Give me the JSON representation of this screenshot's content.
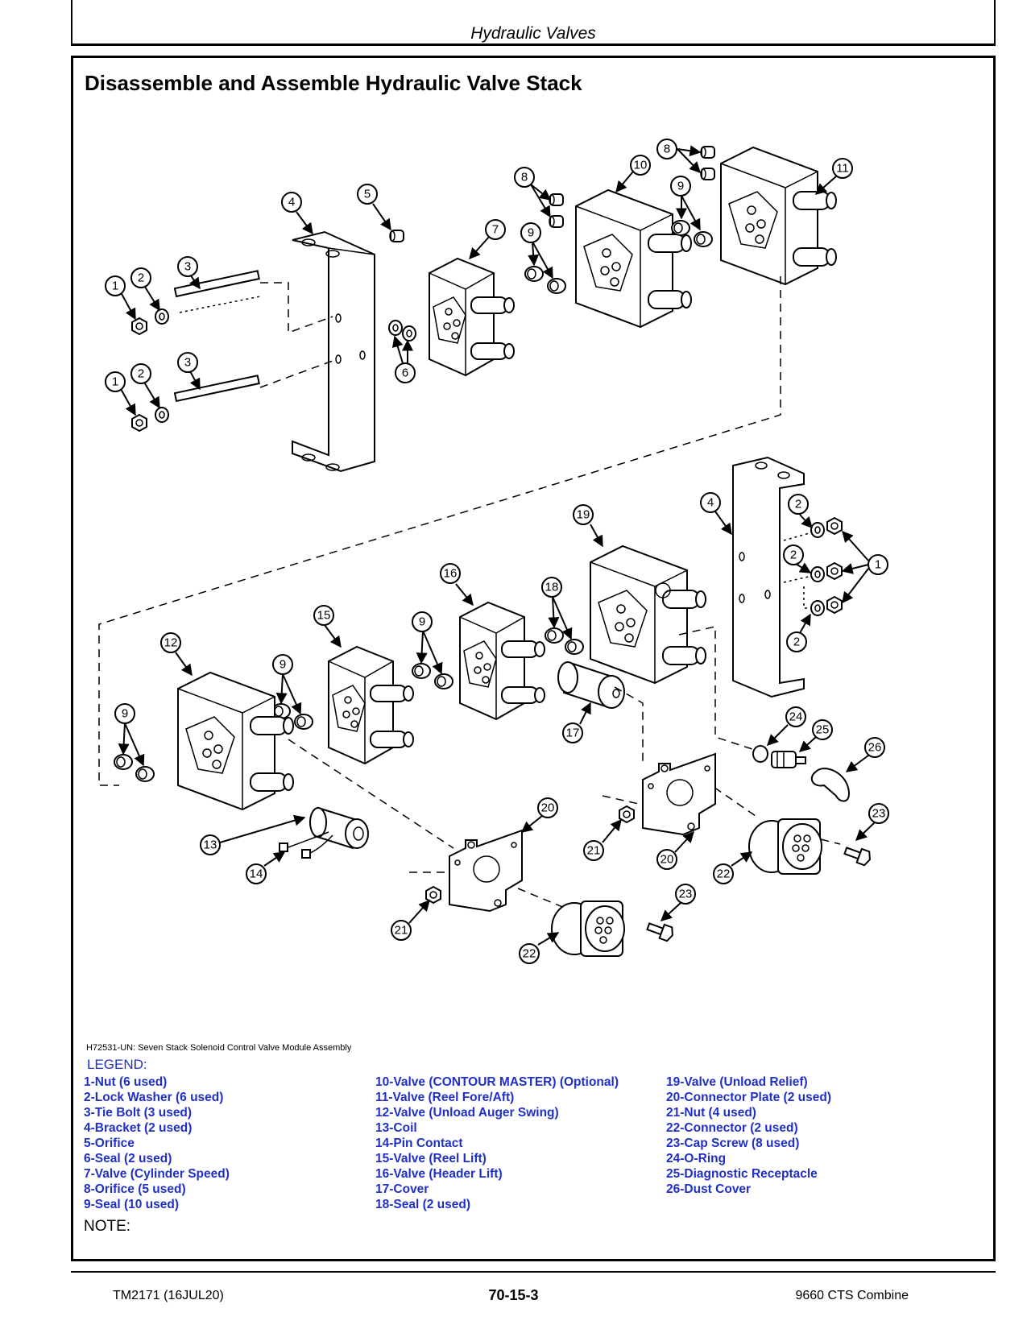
{
  "header": {
    "section_title": "Hydraulic Valves"
  },
  "page": {
    "heading": "Disassemble and Assemble Hydraulic Valve Stack"
  },
  "figure": {
    "caption": "H72531-UN: Seven Stack Solenoid Control Valve Module Assembly",
    "callouts": [
      "1",
      "2",
      "3",
      "4",
      "5",
      "6",
      "7",
      "8",
      "9",
      "10",
      "11",
      "12",
      "13",
      "14",
      "15",
      "16",
      "17",
      "18",
      "19",
      "20",
      "21",
      "22",
      "23",
      "24",
      "25",
      "26"
    ]
  },
  "legend": {
    "heading": "LEGEND:",
    "col1": [
      "1-Nut (6 used)",
      "2-Lock Washer (6 used)",
      "3-Tie Bolt (3 used)",
      "4-Bracket (2 used)",
      "5-Orifice",
      "6-Seal (2 used)",
      "7-Valve (Cylinder Speed)",
      "8-Orifice (5 used)",
      "9-Seal (10 used)"
    ],
    "col2": [
      "10-Valve (CONTOUR MASTER) (Optional)",
      "11-Valve (Reel Fore/Aft)",
      "12-Valve (Unload Auger Swing)",
      "13-Coil",
      "14-Pin Contact",
      "15-Valve (Reel Lift)",
      "16-Valve (Header Lift)",
      "17-Cover",
      "18-Seal (2 used)"
    ],
    "col3": [
      "19-Valve (Unload Relief)",
      "20-Connector Plate (2 used)",
      "21-Nut (4 used)",
      "22-Connector (2 used)",
      "23-Cap Screw (8 used)",
      "24-O-Ring",
      "25-Diagnostic Receptacle",
      "26-Dust Cover"
    ]
  },
  "note": {
    "label": "NOTE:"
  },
  "footer": {
    "left": "TM2171 (16JUL20)",
    "center": "70-15-3",
    "right": "9660 CTS Combine"
  }
}
